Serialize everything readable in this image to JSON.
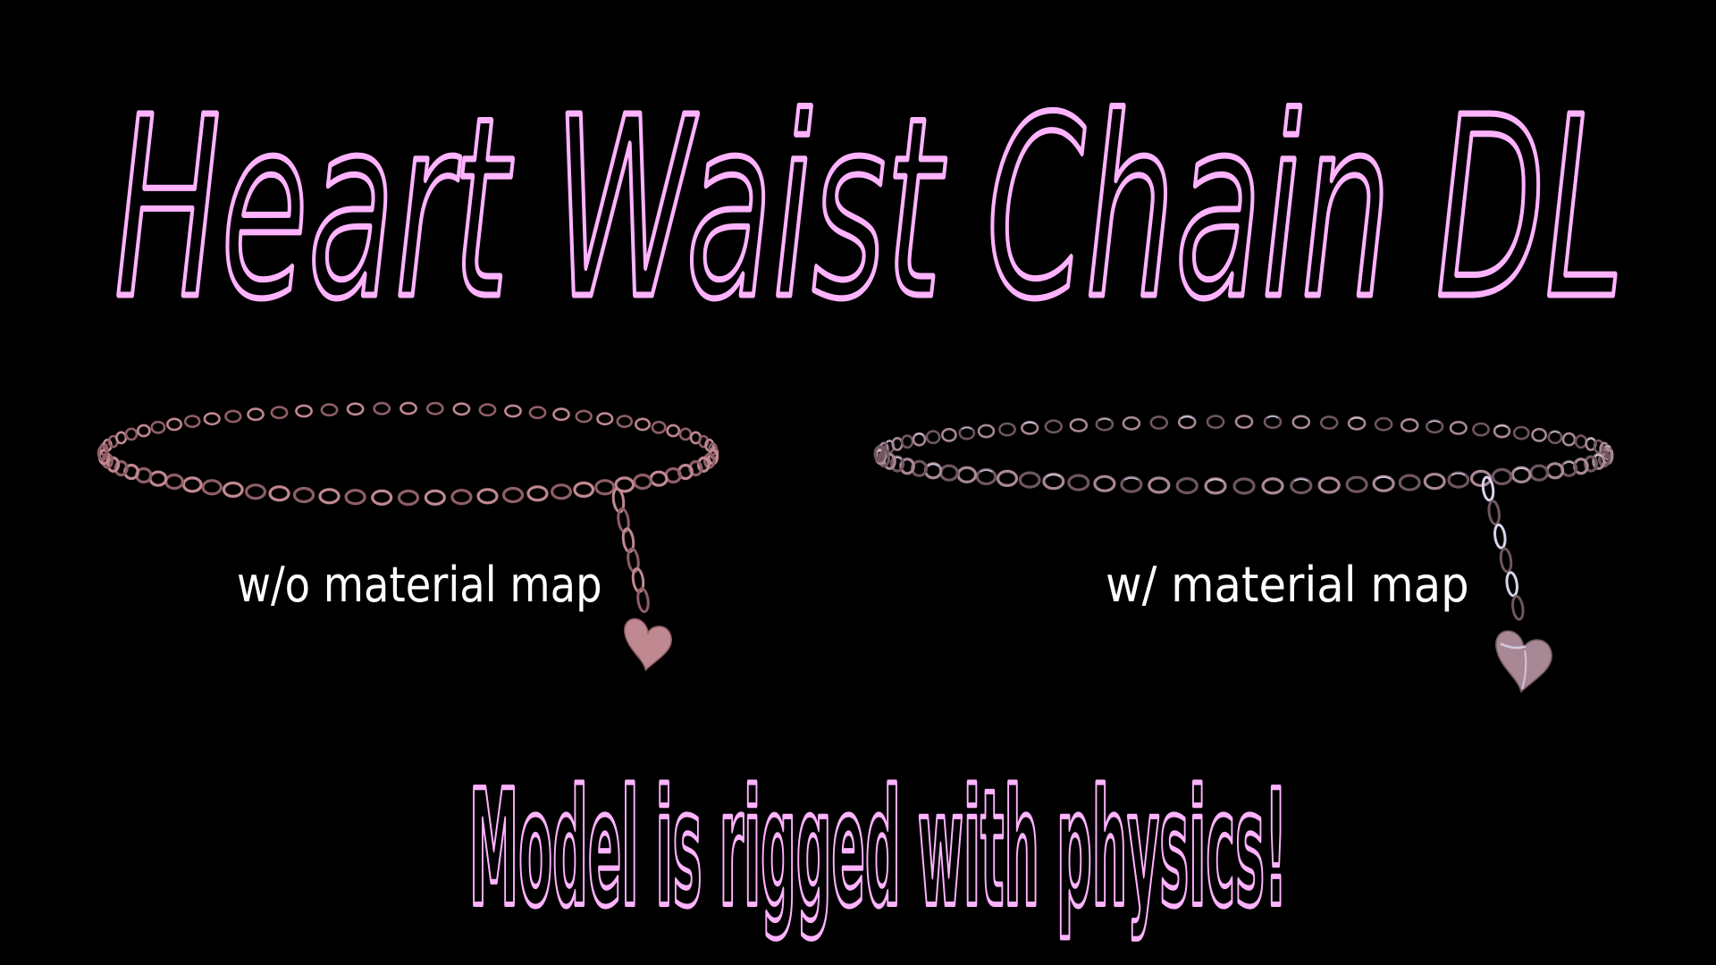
{
  "title": {
    "text": "Heart Waist Chain DL",
    "color": "#FFB3FF"
  },
  "products": [
    {
      "label": "w/o material map",
      "chain_color": "#C08890",
      "chain_shadow": "#8E5E66",
      "highlight": "#C08890"
    },
    {
      "label": "w/ material map",
      "chain_color": "#A88894",
      "chain_shadow": "#6E5660",
      "highlight": "#D8D4EC"
    }
  ],
  "footer": {
    "text": "Model is rigged with physics!",
    "color": "#FFB3FF"
  },
  "background_color": "#000000"
}
